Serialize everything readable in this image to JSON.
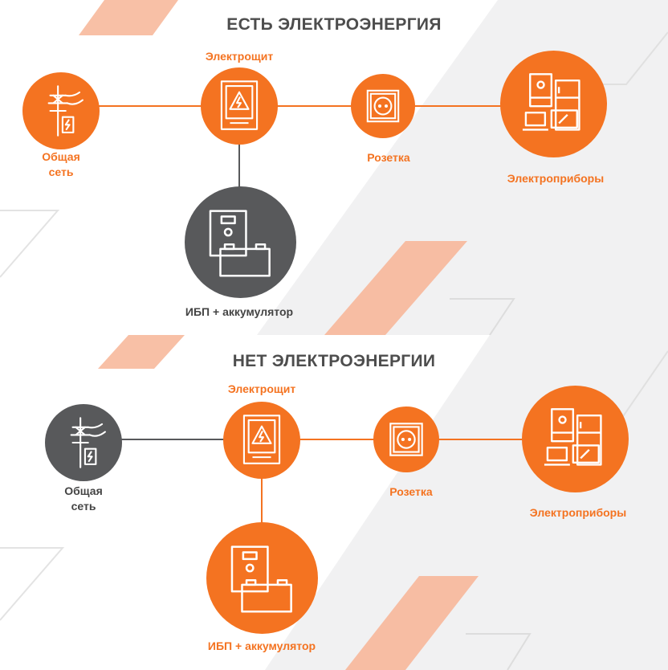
{
  "colors": {
    "accent": "#f47321",
    "inactive": "#58595b",
    "heading": "#4d4d4d",
    "wire_active": "#f47321",
    "wire_inactive": "#58595b"
  },
  "panels": [
    {
      "heading": "ЕСТЬ ЭЛЕКТРОЭНЕРГИЯ",
      "grid": {
        "label_line1": "Общая",
        "label_line2": "сеть",
        "icon": "power-pole-icon",
        "state": "active"
      },
      "panel_box": {
        "label": "Электрощит",
        "icon": "electrical-panel-icon",
        "state": "active"
      },
      "socket": {
        "label": "Розетка",
        "icon": "power-socket-icon",
        "state": "active"
      },
      "appliances": {
        "label": "Электроприборы",
        "icon": "appliances-icon",
        "state": "active"
      },
      "ups": {
        "label": "ИБП + аккумулятор",
        "icon": "ups-battery-icon",
        "state": "inactive"
      }
    },
    {
      "heading": "НЕТ ЭЛЕКТРОЭНЕРГИИ",
      "grid": {
        "label_line1": "Общая",
        "label_line2": "сеть",
        "icon": "power-pole-icon",
        "state": "inactive"
      },
      "panel_box": {
        "label": "Электрощит",
        "icon": "electrical-panel-icon",
        "state": "active"
      },
      "socket": {
        "label": "Розетка",
        "icon": "power-socket-icon",
        "state": "active"
      },
      "appliances": {
        "label": "Электроприборы",
        "icon": "appliances-icon",
        "state": "active"
      },
      "ups": {
        "label": "ИБП + аккумулятор",
        "icon": "ups-battery-icon",
        "state": "active"
      }
    }
  ]
}
